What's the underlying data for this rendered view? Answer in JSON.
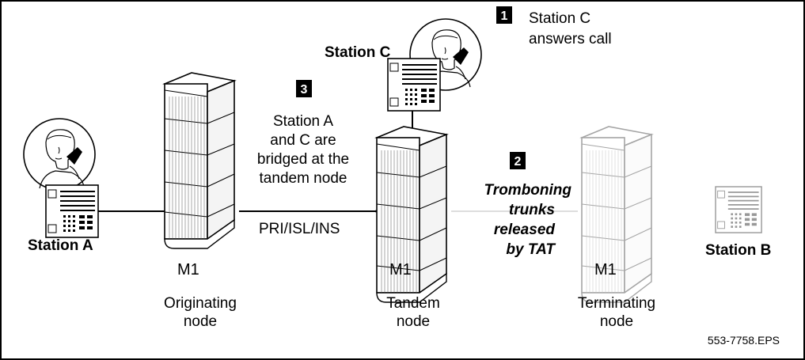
{
  "stations": {
    "a": "Station A",
    "b": "Station B",
    "c": "Station C"
  },
  "nodes": {
    "originating": {
      "label": "M1",
      "caption_line1": "Originating",
      "caption_line2": "node"
    },
    "tandem": {
      "label": "M1",
      "caption_line1": "Tandem",
      "caption_line2": "node"
    },
    "terminating": {
      "label": "M1",
      "caption_line1": "Terminating",
      "caption_line2": "node"
    }
  },
  "link_label": "PRI/ISL/INS",
  "steps": [
    {
      "number": "1",
      "lines": [
        "Station C",
        "answers call"
      ]
    },
    {
      "number": "2",
      "lines": [
        "Tromboning",
        "trunks",
        "released",
        "by TAT"
      ]
    },
    {
      "number": "3",
      "lines": [
        "Station A",
        "and C are",
        "bridged at the",
        "tandem node"
      ]
    }
  ],
  "figure_id": "553-7758.EPS",
  "icons": [
    "person-on-phone-icon",
    "telephone-set-icon",
    "switch-cabinet-icon"
  ]
}
